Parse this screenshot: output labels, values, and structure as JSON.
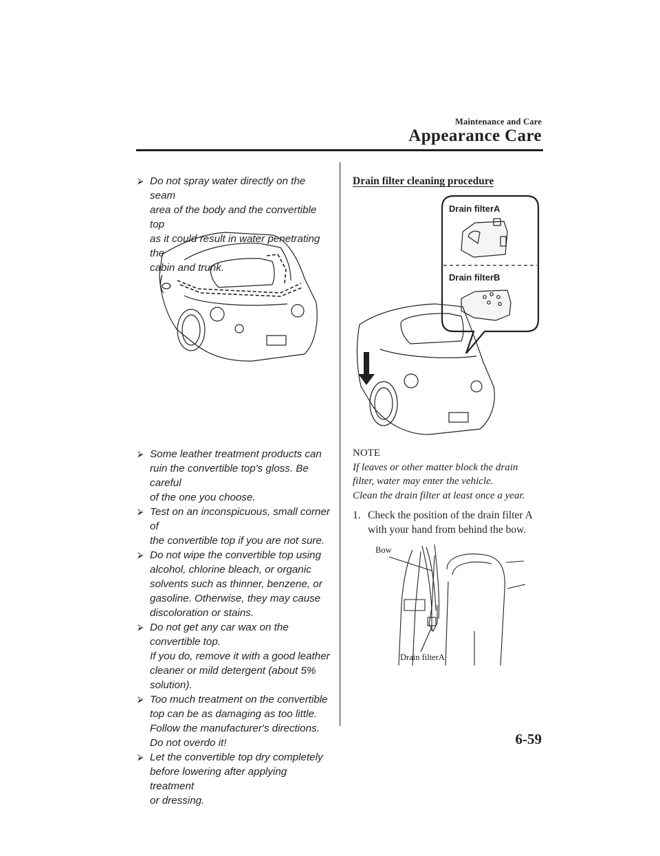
{
  "header": {
    "section": "Maintenance and Care",
    "title": "Appearance Care"
  },
  "left_bullets": [
    {
      "text": "Do not spray water directly on the seam\narea of the body and the convertible top\nas it could result in water penetrating the\ncabin and trunk."
    },
    {
      "text": "Some leather treatment products can\nruin the convertible top's gloss. Be careful\nof the one you choose."
    },
    {
      "text": "Test on an inconspicuous, small corner of\nthe convertible top if you are not sure."
    },
    {
      "text": "Do not wipe the convertible top using\nalcohol, chlorine bleach, or organic\nsolvents such as thinner, benzene, or\ngasoline. Otherwise, they may cause\ndiscoloration or stains."
    },
    {
      "text": "Do not get any car wax on the\nconvertible top.\nIf you do, remove it with a good leather\ncleaner or mild detergent (about 5%\nsolution)."
    },
    {
      "text": "Too much treatment on the convertible\ntop can be as damaging as too little.\nFollow the manufacturer's directions.\nDo not overdo it!"
    },
    {
      "text": "Let the convertible top dry completely\nbefore lowering after applying treatment\nor dressing."
    }
  ],
  "right": {
    "heading": "Drain filter cleaning procedure",
    "figure1": {
      "label_a": "Drain filterA",
      "label_b": "Drain filterB"
    },
    "note": {
      "label": "NOTE",
      "text": "If leaves or other matter block the drain\nfilter, water may enter the vehicle.\nClean the drain filter at least once a year."
    },
    "step1": {
      "number": "1.",
      "text": "Check the position of the drain filter A with your hand from behind the bow."
    },
    "figure2": {
      "label_bow": "Bow",
      "label_filter": "Drain filterA"
    }
  },
  "page_number": "6-59",
  "colors": {
    "ink": "#231f20",
    "background": "#ffffff"
  }
}
